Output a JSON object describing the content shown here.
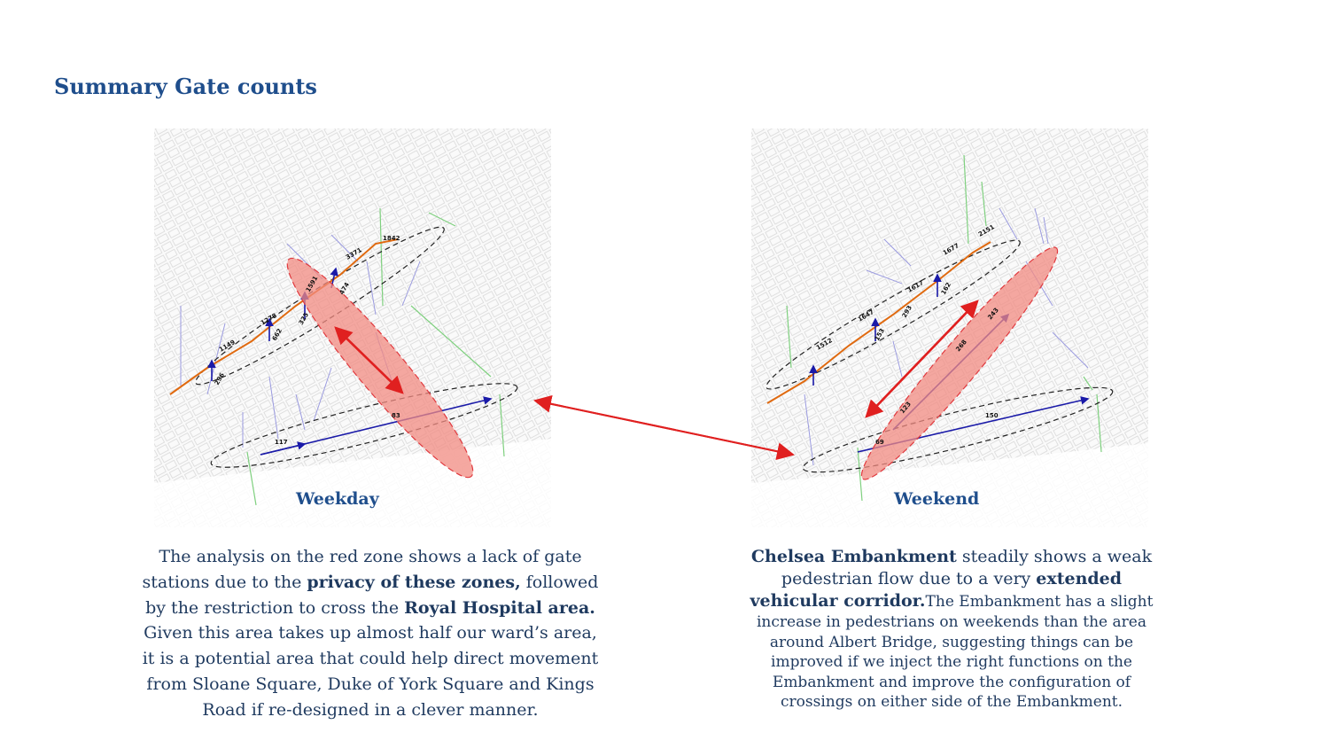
{
  "page": {
    "title": "Summary Gate counts"
  },
  "maps": {
    "weekday": {
      "label": "Weekday",
      "counts": [
        "1842",
        "3371",
        "1591",
        "1278",
        "1149",
        "474",
        "325",
        "662",
        "296",
        "83",
        "117"
      ]
    },
    "weekend": {
      "label": "Weekend",
      "counts": [
        "2151",
        "1677",
        "1617",
        "1647",
        "1512",
        "162",
        "153",
        "293",
        "268",
        "243",
        "123",
        "150",
        "69"
      ]
    }
  },
  "text": {
    "left": {
      "p1": "The analysis on the  red zone shows a lack of gate stations due to the ",
      "b1": "privacy of these zones,",
      "p2": " followed by the restriction to cross the ",
      "b2": "Royal Hospital area.",
      "p3": " Given this area takes up almost half our ward’s area, it is a potential area that could help direct movement from Sloane Square, Duke of York Square and Kings Road if re-designed in a clever manner."
    },
    "right": {
      "b1": "Chelsea Embankment",
      "p1": " steadily shows a weak pedestrian flow due to a very ",
      "b2": "extended vehicular corridor.",
      "p2": "The Embankment has a slight increase in pedestrians on weekends than the area around Albert Bridge, suggesting things can be improved if we inject the right functions on the Embankment and improve the configuration of crossings on either side of the Embankment."
    }
  },
  "colors": {
    "accent": "#1f4e8c",
    "zone_fill": "#f28b82",
    "zone_stroke": "#e0393e",
    "arrow": "#e02020",
    "gate_blue": "#1a1aa8",
    "gate_orange": "#e06a10",
    "gate_green": "#7fd07f",
    "gate_lavender": "#9b9be0"
  }
}
